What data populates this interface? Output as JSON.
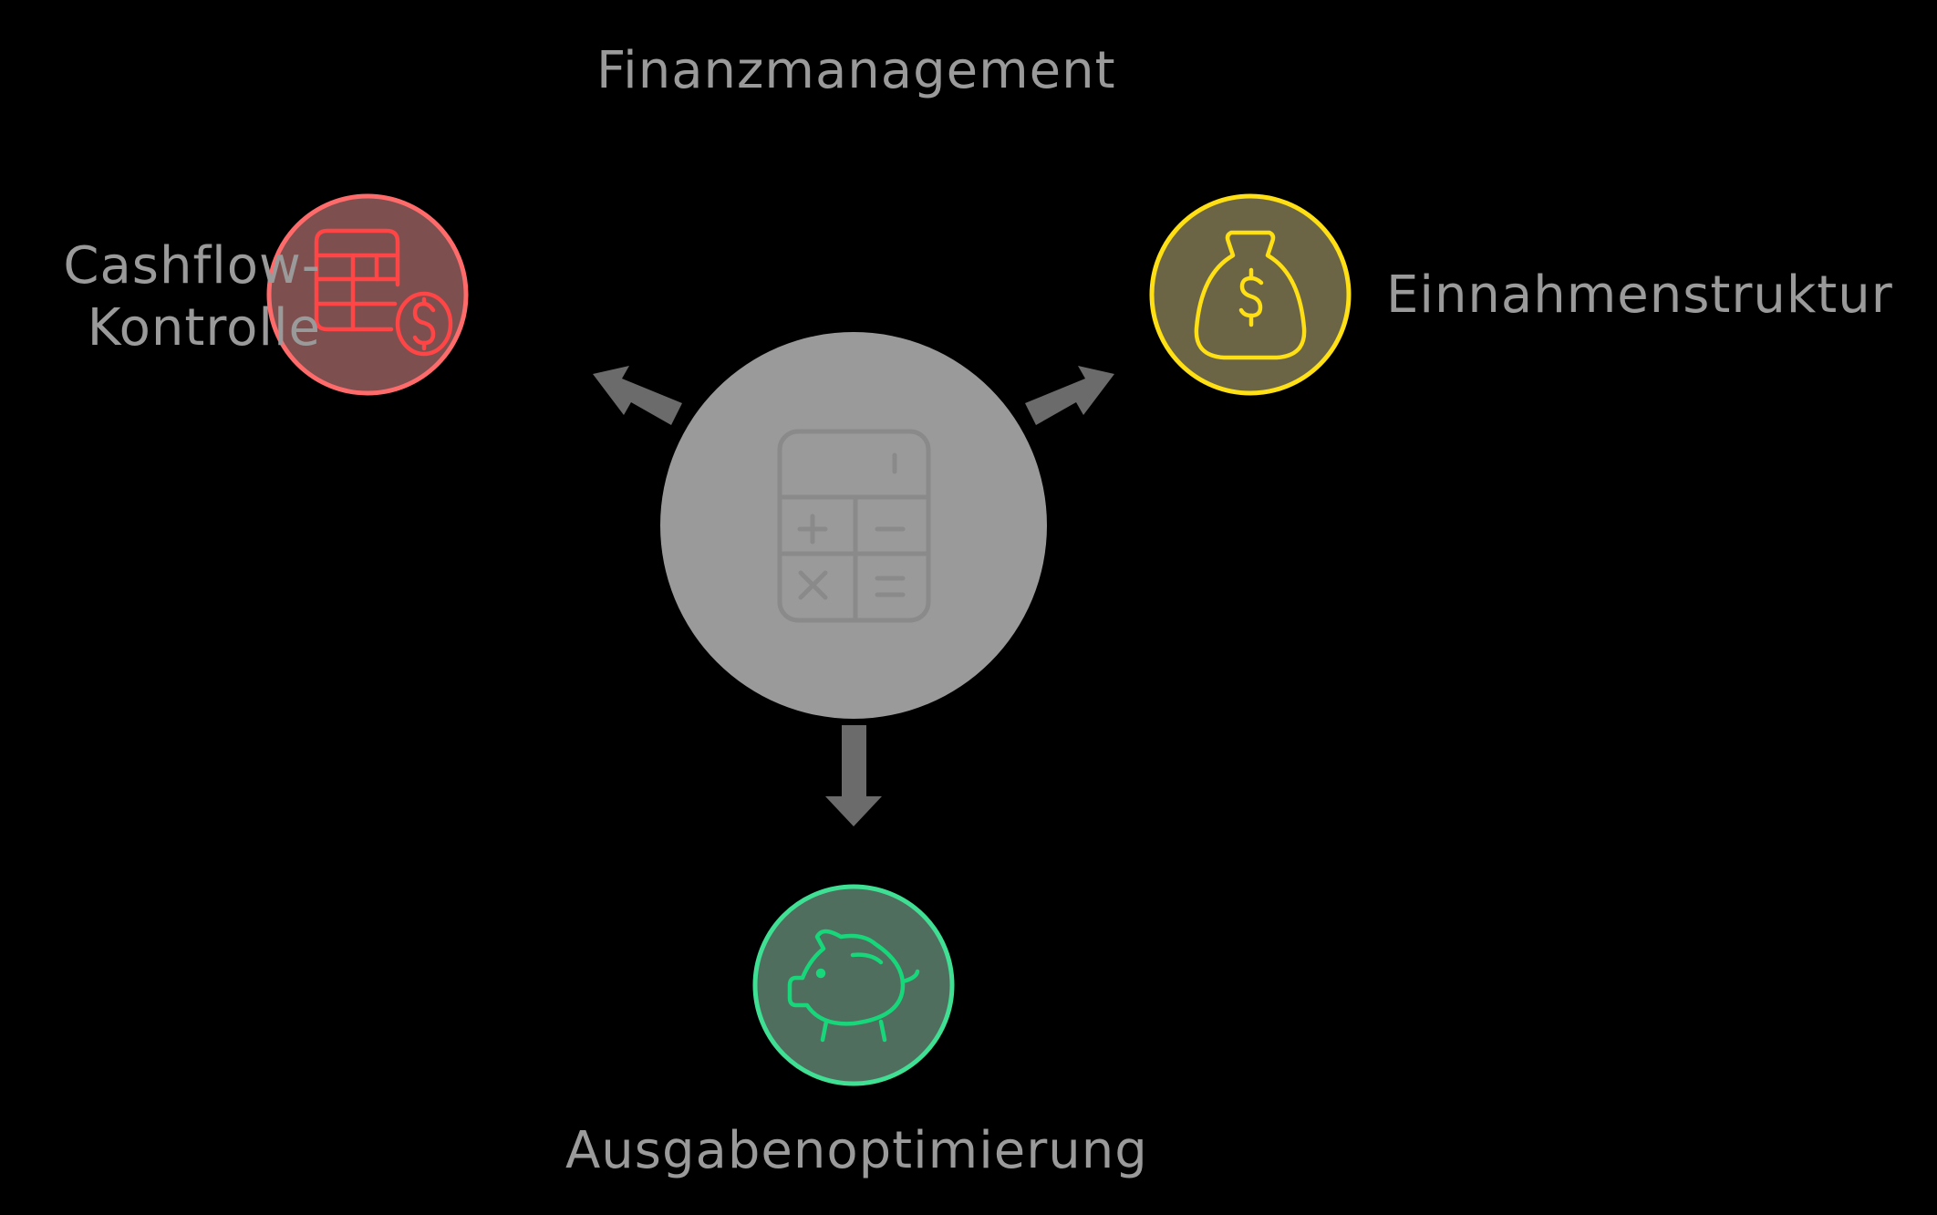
{
  "diagram": {
    "title": "Finanzmanagement",
    "center": {
      "icon": "calculator-icon",
      "fill": "#9a9a9a",
      "icon_color": "#8a8a8a"
    },
    "nodes": [
      {
        "id": "cashflow",
        "label_line1": "Cashflow-",
        "label_line2": "Kontrolle",
        "icon": "spreadsheet-dollar-icon",
        "stroke": "#ff6b6b",
        "fill": "#7d4f4e",
        "icon_color": "#ff4545"
      },
      {
        "id": "einnahmen",
        "label": "Einnahmenstruktur",
        "icon": "money-bag-icon",
        "stroke": "#ffe014",
        "fill": "#6b6545",
        "icon_color": "#ffe014"
      },
      {
        "id": "ausgaben",
        "label": "Ausgabenoptimierung",
        "icon": "piggy-bank-icon",
        "stroke": "#3fe094",
        "fill": "#4f6e5e",
        "icon_color": "#18d67a"
      }
    ],
    "arrow_color": "#6b6b6b",
    "text_color": "#9a9a9a"
  }
}
